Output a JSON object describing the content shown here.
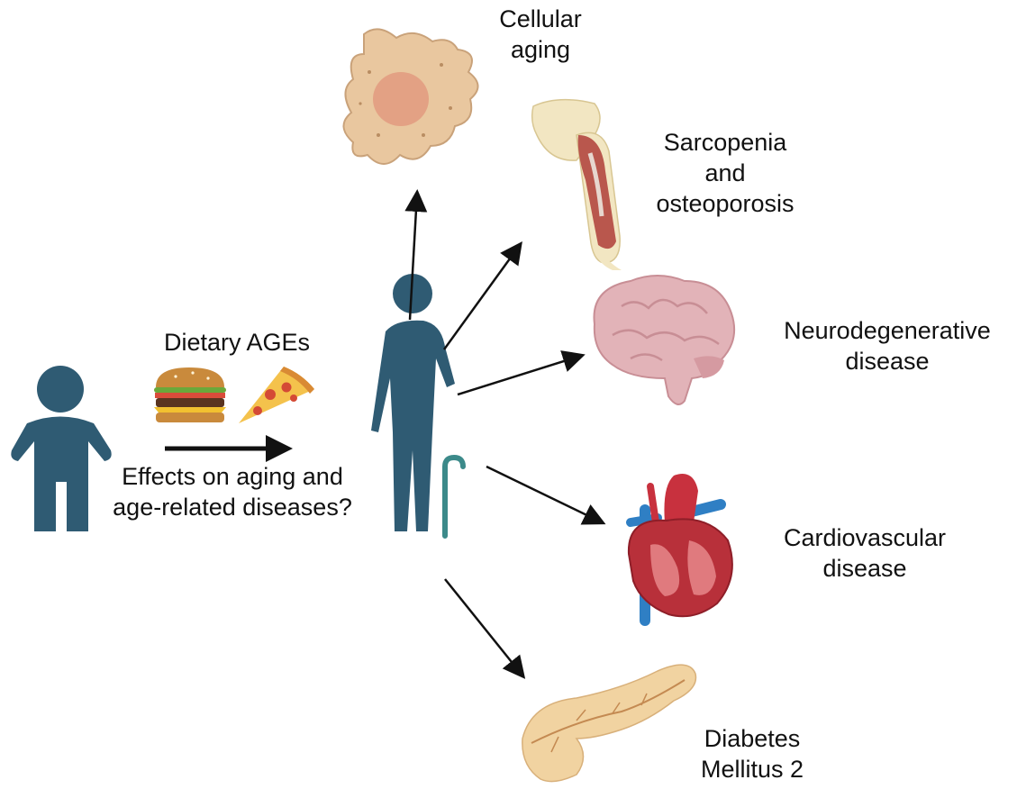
{
  "diagram": {
    "dietary_label": "Dietary AGEs",
    "question_lines": [
      "Effects on aging and",
      "age-related diseases?"
    ],
    "outcomes": {
      "cellular_aging": [
        "Cellular",
        "aging"
      ],
      "sarcopenia": [
        "Sarcopenia",
        "and",
        "osteoporosis"
      ],
      "neurodegenerative": [
        "Neurodegenerative",
        "disease"
      ],
      "cardiovascular": [
        "Cardiovascular",
        "disease"
      ],
      "diabetes": [
        "Diabetes",
        "Mellitus 2"
      ]
    },
    "colors": {
      "person": "#2f5b73",
      "arrow": "#111111",
      "cell": "#e9c79f",
      "cell_nucleus": "#e3a184",
      "muscle": "#b9574d",
      "bone": "#f2e6c2",
      "brain": "#e2b3b8",
      "heart": "#b8303a",
      "artery": "#c8313e",
      "vein": "#2f7fc4",
      "pancreas": "#f1d3a1"
    },
    "icons": [
      "young-person-icon",
      "burger-icon",
      "pizza-icon",
      "elderly-person-icon",
      "cane-icon",
      "cell-icon",
      "arm-muscle-bone-icon",
      "brain-icon",
      "heart-icon",
      "pancreas-icon"
    ]
  }
}
